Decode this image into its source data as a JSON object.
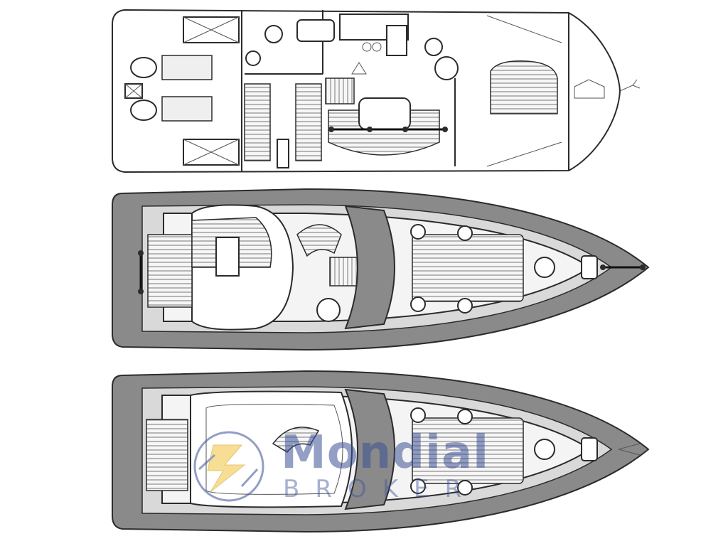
{
  "drawing": {
    "views": [
      "lower-deck-layout",
      "upper-deck-layout",
      "hardtop-layout"
    ]
  },
  "watermark": {
    "brand": "Mondial",
    "subtitle": "BROKER",
    "colors": {
      "text": "#3c5096",
      "accent": "#f2c43a"
    }
  },
  "colors": {
    "line": "#2b2b2b",
    "deck": "#8a8a8a",
    "background": "#ffffff"
  }
}
